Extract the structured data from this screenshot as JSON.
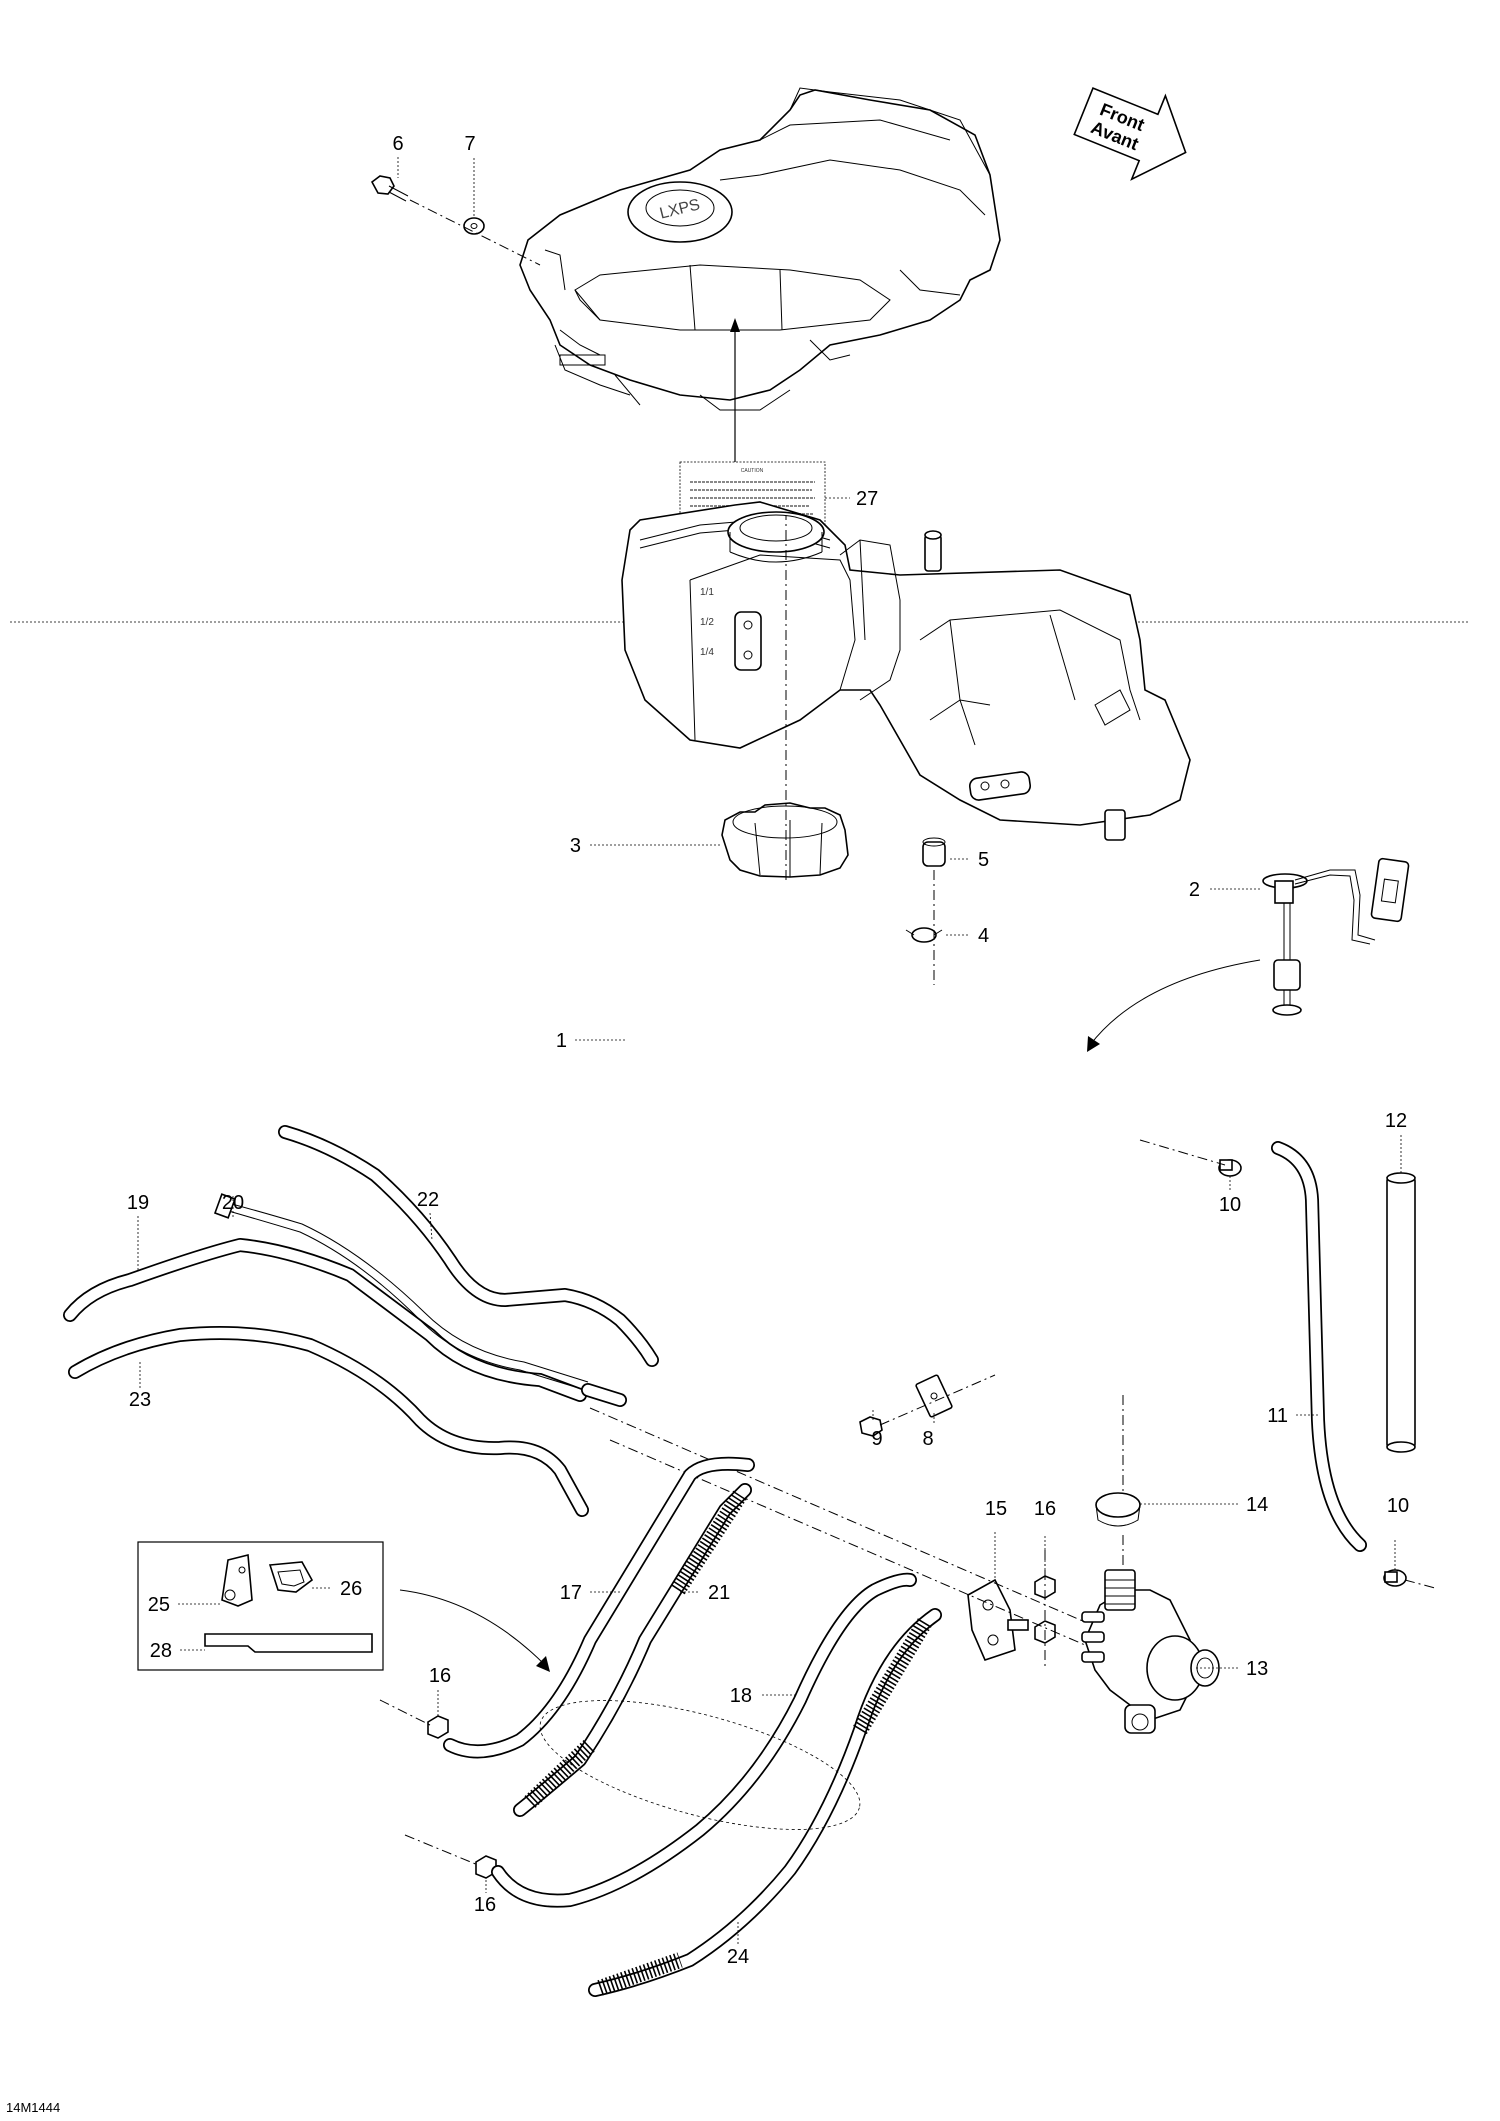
{
  "diagram_code": "14M1444",
  "direction_arrow": {
    "line1": "Front",
    "line2": "Avant"
  },
  "caution_label": {
    "heading": "CAUTION"
  },
  "parts": [
    {
      "id": "p1",
      "num": "1"
    },
    {
      "id": "p2",
      "num": "2"
    },
    {
      "id": "p3",
      "num": "3"
    },
    {
      "id": "p4",
      "num": "4"
    },
    {
      "id": "p5",
      "num": "5"
    },
    {
      "id": "p6",
      "num": "6"
    },
    {
      "id": "p7",
      "num": "7"
    },
    {
      "id": "p8",
      "num": "8"
    },
    {
      "id": "p9",
      "num": "9"
    },
    {
      "id": "p10a",
      "num": "10"
    },
    {
      "id": "p10b",
      "num": "10"
    },
    {
      "id": "p11",
      "num": "11"
    },
    {
      "id": "p12",
      "num": "12"
    },
    {
      "id": "p13",
      "num": "13"
    },
    {
      "id": "p14",
      "num": "14"
    },
    {
      "id": "p15",
      "num": "15"
    },
    {
      "id": "p16a",
      "num": "16"
    },
    {
      "id": "p16b",
      "num": "16"
    },
    {
      "id": "p16c",
      "num": "16"
    },
    {
      "id": "p17",
      "num": "17"
    },
    {
      "id": "p18",
      "num": "18"
    },
    {
      "id": "p19",
      "num": "19"
    },
    {
      "id": "p20",
      "num": "20"
    },
    {
      "id": "p21",
      "num": "21"
    },
    {
      "id": "p22",
      "num": "22"
    },
    {
      "id": "p23",
      "num": "23"
    },
    {
      "id": "p24",
      "num": "24"
    },
    {
      "id": "p25",
      "num": "25"
    },
    {
      "id": "p26",
      "num": "26"
    },
    {
      "id": "p27",
      "num": "27"
    },
    {
      "id": "p28",
      "num": "28"
    }
  ]
}
